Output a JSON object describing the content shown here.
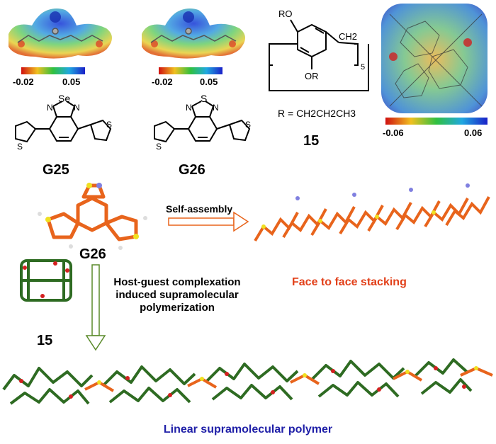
{
  "esp_maps": {
    "g25": {
      "min": "-0.02",
      "max": "0.05"
    },
    "g26": {
      "min": "-0.02",
      "max": "0.05"
    },
    "host": {
      "min": "-0.06",
      "max": "0.06"
    }
  },
  "structures": {
    "g25": {
      "label": "G25",
      "heteroatom_top": "Se",
      "ring_n1": "N",
      "ring_n2": "N",
      "thiophene_s_left": "S",
      "thiophene_s_right": "S"
    },
    "g26": {
      "label": "G26",
      "heteroatom_top": "S",
      "ring_n1": "N",
      "ring_n2": "N",
      "thiophene_s_left": "S",
      "thiophene_s_right": "S"
    },
    "pillararene": {
      "label": "15",
      "substituent_top": "RO",
      "substituent_bottom": "OR",
      "bridge": "CH2",
      "repeat": "5",
      "r_definition": "R = CH2CH2CH3"
    }
  },
  "models": {
    "g26_label": "G26",
    "host_label": "15"
  },
  "arrows": {
    "self_assembly": "Self-assembly",
    "complexation_line1": "Host-guest complexation",
    "complexation_line2": "induced supramolecular",
    "complexation_line3": "polymerization"
  },
  "results": {
    "stacking": "Face to face stacking",
    "polymer": "Linear supramolecular polymer"
  },
  "colors": {
    "orange": "#e8641c",
    "orange_text": "#e2401a",
    "blue_text": "#2020a8",
    "green": "#2e6b22",
    "red_o": "#d42020"
  }
}
